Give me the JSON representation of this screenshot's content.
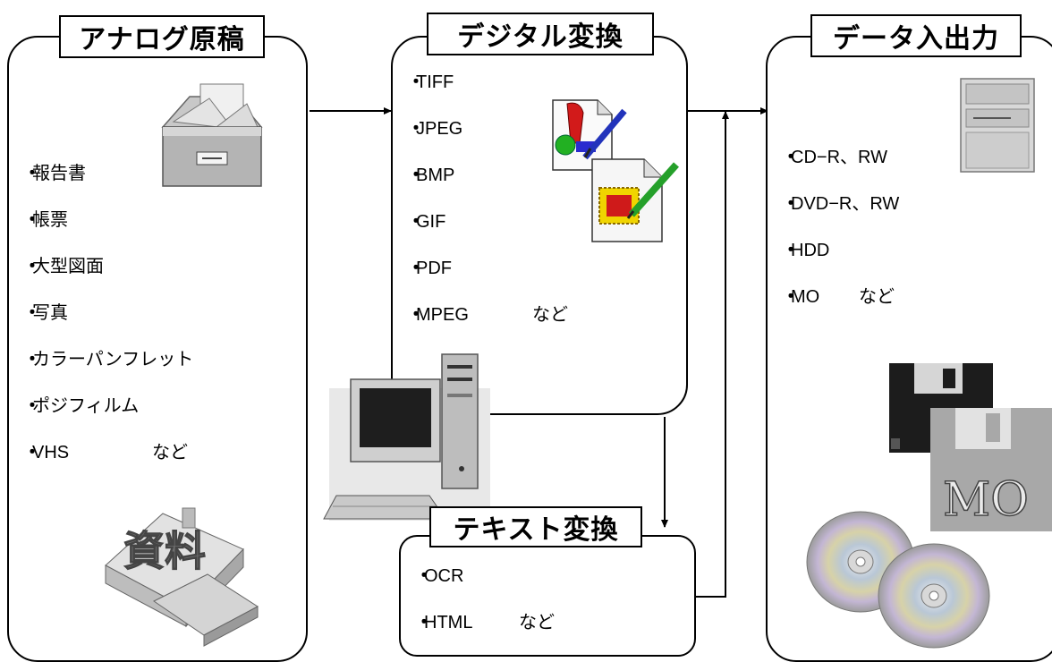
{
  "analog": {
    "title": "アナログ原稿",
    "items": [
      {
        "text": "報告書"
      },
      {
        "text": "帳票"
      },
      {
        "text": "大型図面"
      },
      {
        "text": "写真"
      },
      {
        "text": "カラーパンフレット"
      },
      {
        "text": "ポジフィルム"
      },
      {
        "text": "VHS",
        "suffix": "など"
      }
    ],
    "stamp_text": "資料",
    "icons": [
      "file-drawer-icon",
      "documents-stamp-icon"
    ]
  },
  "digital": {
    "title": "デジタル変換",
    "items": [
      {
        "text": "TIFF"
      },
      {
        "text": "JPEG"
      },
      {
        "text": "BMP"
      },
      {
        "text": "GIF"
      },
      {
        "text": "PDF"
      },
      {
        "text": "MPEG",
        "suffix": "など"
      }
    ],
    "icons": [
      "draw-document-icon",
      "picture-document-icon",
      "desktop-computer-icon"
    ]
  },
  "text": {
    "title": "テキスト変換",
    "items": [
      {
        "text": "OCR"
      },
      {
        "text": "HTML",
        "suffix": "など"
      }
    ]
  },
  "data_io": {
    "title": "データ入出力",
    "items": [
      {
        "text": "CD−R、RW"
      },
      {
        "text": "DVD−R、RW"
      },
      {
        "text": "HDD"
      },
      {
        "text": "MO",
        "suffix": "など"
      }
    ],
    "mo_label": "MO",
    "icons": [
      "drive-tower-icon",
      "floppy-disk-icon",
      "mo-disk-icon",
      "cd-disc-icon"
    ]
  },
  "bullet": "・",
  "colors": {
    "line": "#000000",
    "box_bg": "#ffffff"
  }
}
